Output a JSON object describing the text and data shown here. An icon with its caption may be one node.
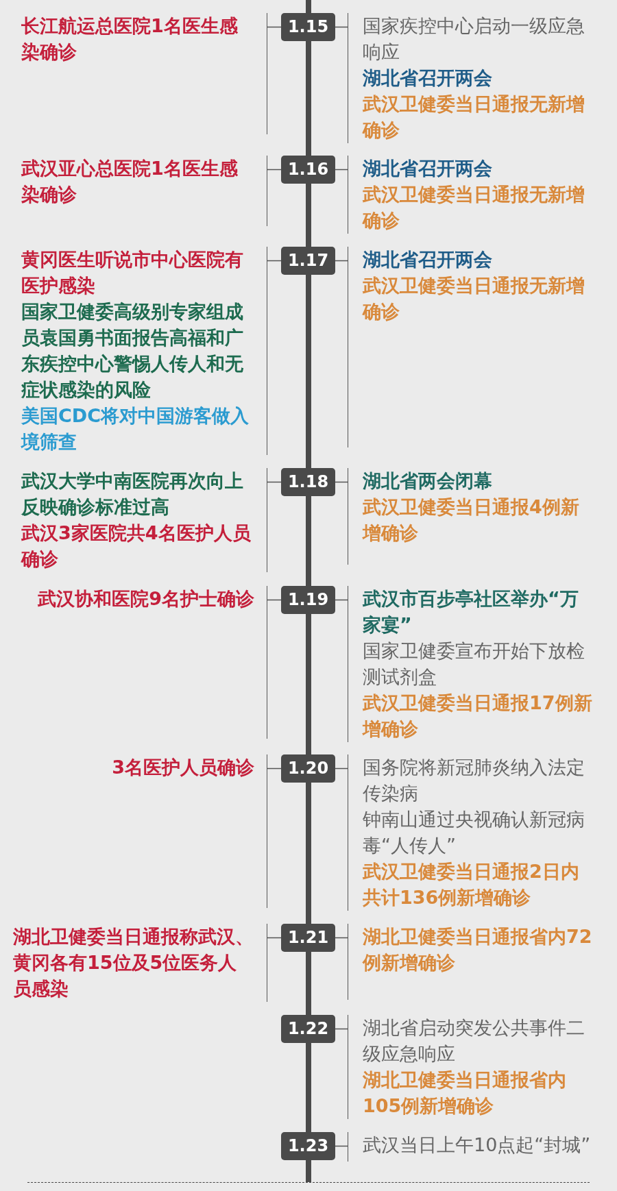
{
  "diagram": {
    "nodes": [
      {
        "text": [
          "长江航运总医院1名医生感染确诊"
        ]
      },
      {
        "text": [
          "1.15"
        ]
      },
      {
        "text": [
          "国家疾控中心启动一级应急响应",
          "湖北省召开两会",
          "武汉卫健委当日通报无新增确诊"
        ]
      },
      {
        "text": [
          "武汉亚心总医院1名医生感染确诊"
        ]
      },
      {
        "text": [
          "1.16"
        ]
      },
      {
        "text": [
          "湖北省召开两会",
          "武汉卫健委当日通报无新增确诊"
        ]
      },
      {
        "text": [
          "黄冈医生听说市中心医院有医护感染",
          "国家卫健委高级别专家组成员袁国勇书面报告高福和广东疾控中心警惕人传人和无症状感染的风险",
          "美国CDC将对中国游客做入境筛查"
        ]
      },
      {
        "text": [
          "1.17"
        ]
      },
      {
        "text": [
          "湖北省召开两会",
          "武汉卫健委当日通报无新增确诊"
        ]
      },
      {
        "text": [
          "武汉大学中南医院再次向上反映确诊标准过高",
          "武汉3家医院共4名医护人员确诊"
        ]
      },
      {
        "text": [
          "1.18"
        ]
      },
      {
        "text": [
          "湖北省两会闭幕",
          "武汉卫健委当日通报4例新增确诊"
        ]
      },
      {
        "text": [
          "武汉协和医院9名护士确诊"
        ]
      },
      {
        "text": [
          "1.19"
        ]
      },
      {
        "text": [
          "武汉市百步亭社区举办“万家宴”",
          "国家卫健委宣布开始下放检测试剂盒",
          "武汉卫健委当日通报17例新增确诊"
        ]
      },
      {
        "text": [
          "3名医护人员确诊"
        ]
      },
      {
        "text": [
          "1.20"
        ]
      },
      {
        "text": [
          "国务院将新冠肺炎纳入法定传染病",
          "钟南山通过央视确认新冠病毒“人传人”",
          "武汉卫健委当日通报2日内共计136例新增确诊"
        ]
      },
      {
        "text": [
          "湖北卫健委当日通报称武汉、黄冈各有15位及5位医务人员感染"
        ]
      },
      {
        "text": [
          "1.21"
        ]
      },
      {
        "text": [
          "湖北卫健委当日通报省内72例新增确诊"
        ]
      },
      {
        "text": [
          "1.22"
        ]
      },
      {
        "text": [
          "湖北省启动突发公共事件二级应急响应",
          "湖北卫健委当日通报省内105例新增确诊"
        ]
      },
      {
        "text": [
          "1.23"
        ]
      },
      {
        "text": [
          "武汉当日上午10点起“封城”"
        ]
      }
    ],
    "edges": [
      {
        "from": 1,
        "to": 0,
        "arrow": "none"
      },
      {
        "from": 1,
        "to": 2,
        "arrow": "none"
      },
      {
        "from": 4,
        "to": 3,
        "arrow": "none"
      },
      {
        "from": 4,
        "to": 5,
        "arrow": "none"
      },
      {
        "from": 7,
        "to": 6,
        "arrow": "none"
      },
      {
        "from": 7,
        "to": 8,
        "arrow": "none"
      },
      {
        "from": 10,
        "to": 9,
        "arrow": "none"
      },
      {
        "from": 10,
        "to": 11,
        "arrow": "none"
      },
      {
        "from": 13,
        "to": 12,
        "arrow": "none"
      },
      {
        "from": 13,
        "to": 14,
        "arrow": "none"
      },
      {
        "from": 16,
        "to": 15,
        "arrow": "none"
      },
      {
        "from": 16,
        "to": 17,
        "arrow": "none"
      },
      {
        "from": 19,
        "to": 18,
        "arrow": "none"
      },
      {
        "from": 19,
        "to": 20,
        "arrow": "none"
      },
      {
        "from": 21,
        "to": 22,
        "arrow": "none"
      },
      {
        "from": 23,
        "to": 24,
        "arrow": "none"
      }
    ]
  }
}
